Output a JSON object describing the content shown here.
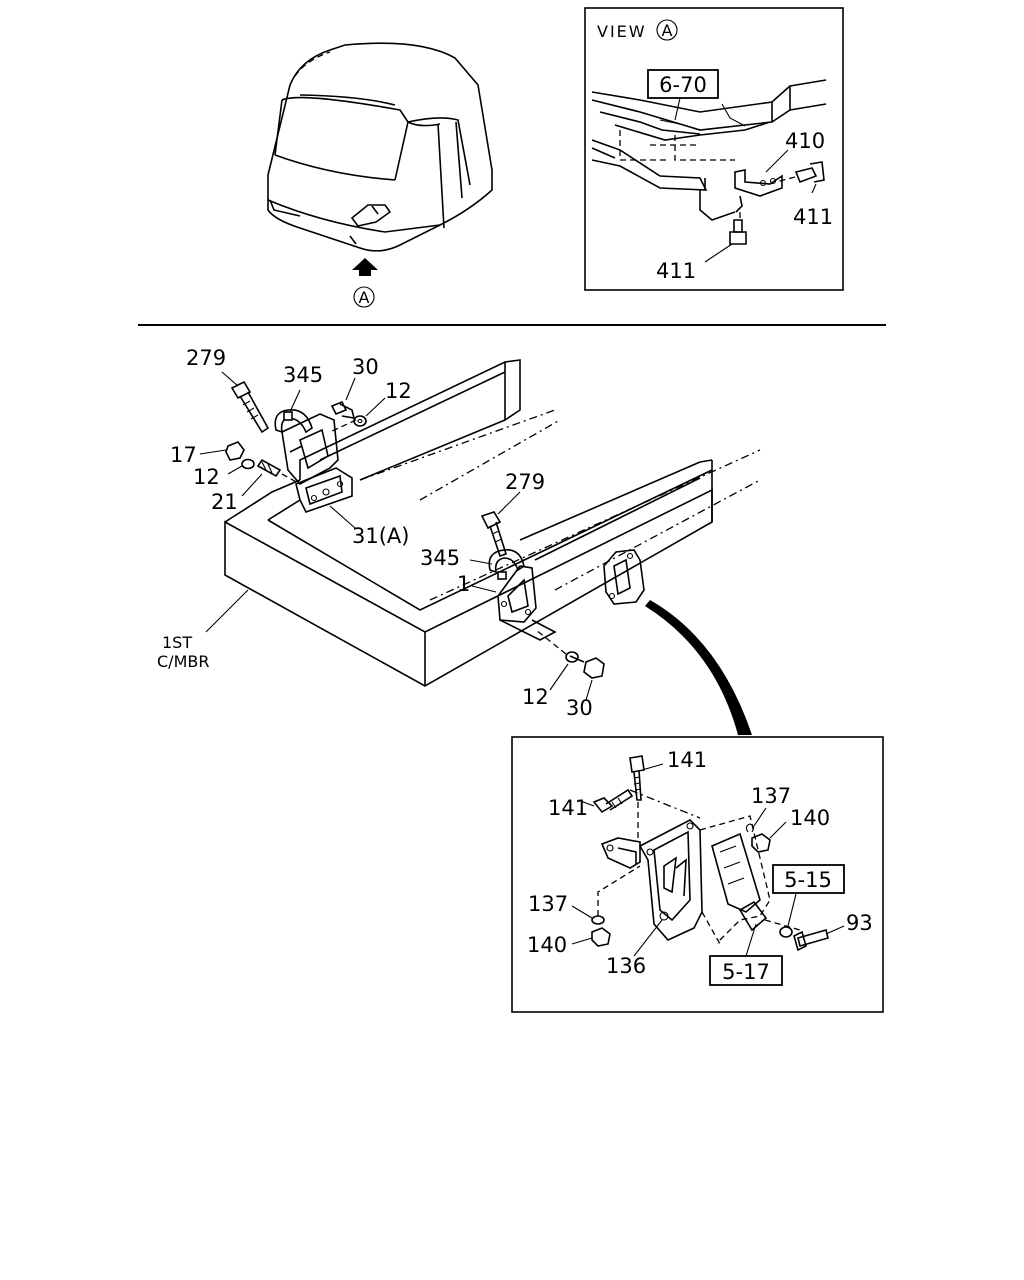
{
  "view_panel": {
    "title": "VIEW",
    "marker": "A",
    "ref_box": "6-70",
    "labels": {
      "p410": "410",
      "p411_right": "411",
      "p411_bottom": "411"
    }
  },
  "cab": {
    "arrow_marker": "A"
  },
  "main": {
    "labels": {
      "p279_top": "279",
      "p345_top": "345",
      "p30_top": "30",
      "p12_top": "12",
      "p17": "17",
      "p12_mid": "12",
      "p21": "21",
      "p31a": "31(A)",
      "p279_mid": "279",
      "p345_mid": "345",
      "p1": "1",
      "p12_bottom": "12",
      "p30_bottom": "30",
      "member_line1": "1ST",
      "member_line2": "C/MBR"
    }
  },
  "detail_panel": {
    "labels": {
      "p141_top": "141",
      "p141_left": "141",
      "p137_top": "137",
      "p140_top": "140",
      "p137_left": "137",
      "p140_left": "140",
      "p136": "136",
      "p93": "93"
    },
    "ref_box_1": "5-15",
    "ref_box_2": "5-17"
  }
}
